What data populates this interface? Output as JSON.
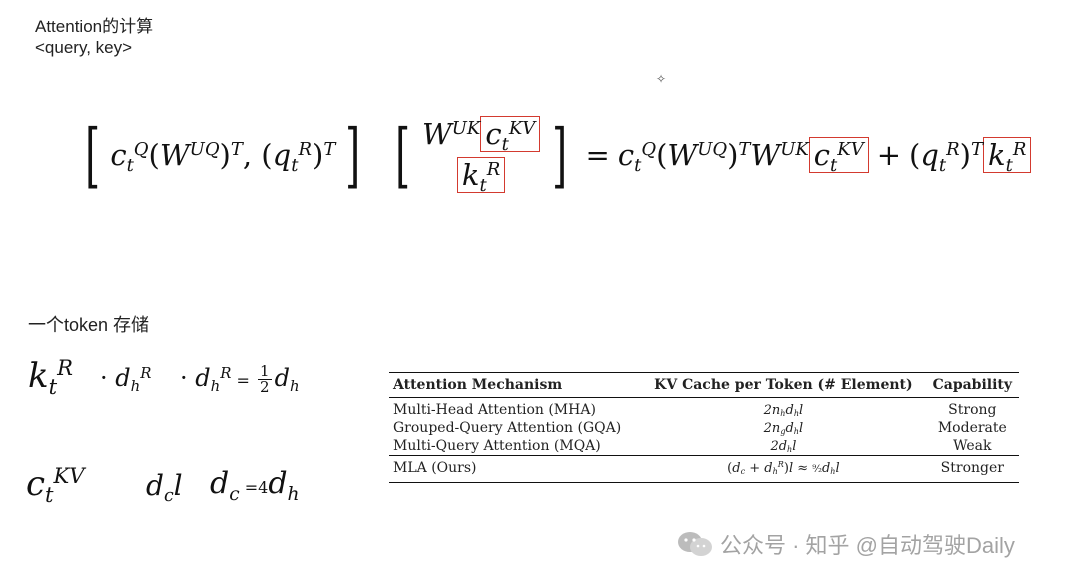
{
  "heading": {
    "title": "Attention的计算",
    "subtitle": "<query,  key>"
  },
  "cursor_glyph": "✧",
  "storage": {
    "label": "一个token 存储"
  },
  "table": {
    "headers": [
      "Attention Mechanism",
      "KV Cache per Token (# Element)",
      "Capability"
    ],
    "rows": [
      {
        "mechanism": "Multi-Head Attention (MHA)",
        "capability": "Strong"
      },
      {
        "mechanism": "Grouped-Query Attention (GQA)",
        "capability": "Moderate"
      },
      {
        "mechanism": "Multi-Query Attention (MQA)",
        "capability": "Weak"
      },
      {
        "mechanism": "MLA (Ours)",
        "capability": "Stronger"
      }
    ]
  },
  "watermark": "公众号 · 知乎 @自动驾驶Daily",
  "colors": {
    "highlight": "#d33a2f",
    "watermark": "#9a9a9a"
  }
}
